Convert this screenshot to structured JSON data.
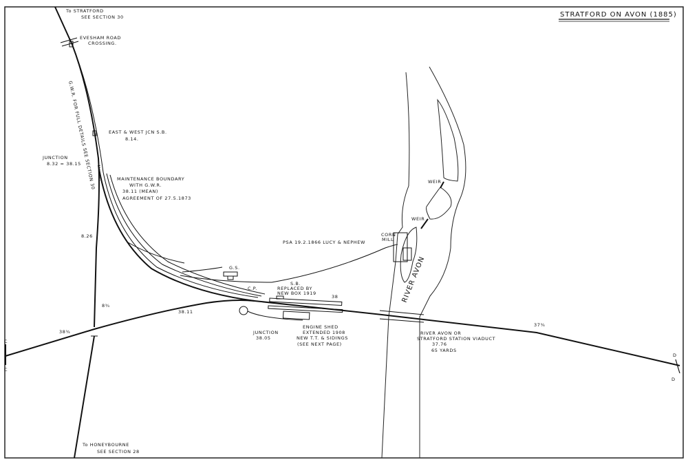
{
  "title": "STRATFORD ON AVON (1885)",
  "labels": {
    "to_stratford": "To STRATFORD",
    "to_stratford_sub": "SEE SECTION 30",
    "evesham_1": "EVESHAM ROAD",
    "evesham_2": "CROSSING.",
    "gwr_vertical": "G.W.R. FOR FULL DETAILS SEE SECTION 30",
    "east_west_1": "EAST & WEST JCN S.B.",
    "east_west_2": "8.14.",
    "junction_1": "JUNCTION",
    "junction_2": "8.32 = 38.15",
    "maint_1": "MAINTENANCE BOUNDARY",
    "maint_2": "WITH G.W.R.",
    "maint_3": "38.11 (MEAN)",
    "maint_4": "AGREEMENT OF 27.5.1873",
    "m826": "8.26",
    "m8_3_4": "8¾",
    "m38_3_4": "38¾",
    "m38_11": "38.11",
    "psa": "PSA 19.2.1866 LUCY & NEPHEW",
    "corn_1": "CORN",
    "corn_2": "MILL",
    "weir_1": "WEIR",
    "weir_2": "WEIR",
    "river": "RIVER AVON",
    "gs": "G.S.",
    "cp": "C.P.",
    "sb_1": "S.B.",
    "sb_2": "REPLACED BY",
    "sb_3": "NEW BOX 1919",
    "m38": "38",
    "junction2_1": "JUNCTION",
    "junction2_2": "38.05",
    "shed_1": "ENGINE SHED",
    "shed_2": "EXTENDED 1908",
    "shed_3": "NEW T.T. & SIDINGS",
    "shed_4": "(SEE NEXT PAGE)",
    "viaduct_1": "RIVER AVON OR",
    "viaduct_2": "STRATFORD STATION VIADUCT",
    "viaduct_3": "37.76",
    "viaduct_4": "65 YARDS",
    "m37_3_4": "37¾",
    "c_top": "C",
    "c_bot": "C",
    "d_top": "D",
    "d_bot": "D",
    "to_honey": "To HONEYBOURNE",
    "to_honey_sub": "SEE SECTION 28"
  }
}
